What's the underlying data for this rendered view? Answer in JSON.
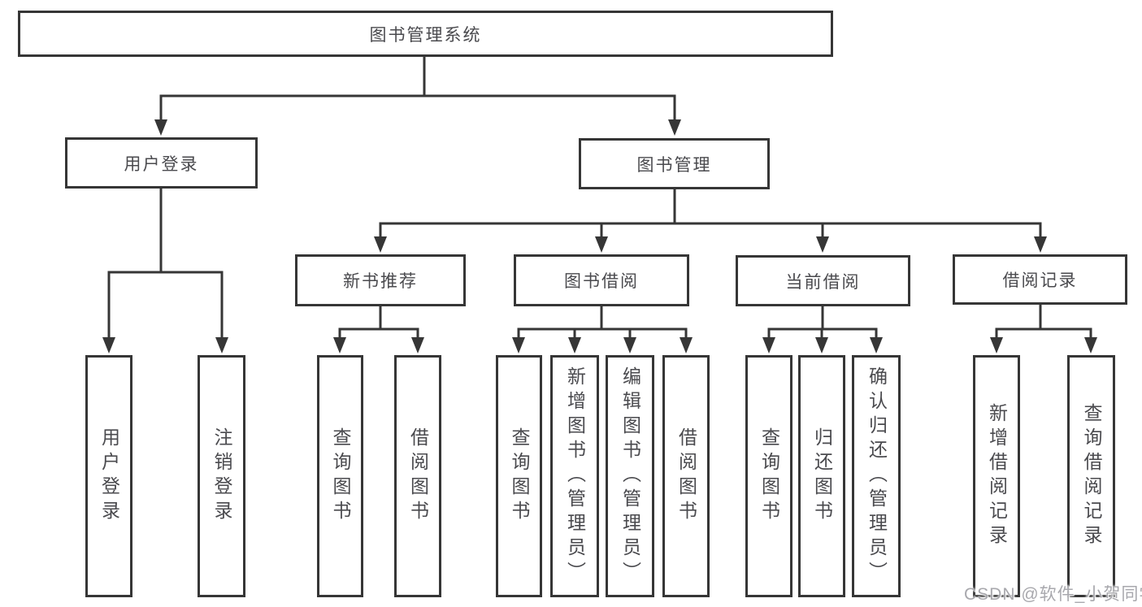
{
  "watermark": "CSDN @软件_小贺同学",
  "colors": {
    "line": "#363636",
    "node_border": "#363636",
    "node_text": "#4a4a4e",
    "background": "#ffffff",
    "watermark_text": "#a8a8ad"
  },
  "tree": {
    "root": {
      "label": "图书管理系统",
      "children": [
        {
          "label": "用户登录",
          "children": [
            {
              "label": "用户登录"
            },
            {
              "label": "注销登录"
            }
          ]
        },
        {
          "label": "图书管理",
          "children": [
            {
              "label": "新书推荐",
              "children": [
                {
                  "label": "查询图书"
                },
                {
                  "label": "借阅图书"
                }
              ]
            },
            {
              "label": "图书借阅",
              "children": [
                {
                  "label": "查询图书"
                },
                {
                  "label": "新增图书（管理员）"
                },
                {
                  "label": "编辑图书（管理员）"
                },
                {
                  "label": "借阅图书"
                }
              ]
            },
            {
              "label": "当前借阅",
              "children": [
                {
                  "label": "查询图书"
                },
                {
                  "label": "归还图书"
                },
                {
                  "label": "确认归还（管理员）"
                }
              ]
            },
            {
              "label": "借阅记录",
              "children": [
                {
                  "label": "新增借阅记录"
                },
                {
                  "label": "查询借阅记录"
                }
              ]
            }
          ]
        }
      ]
    }
  }
}
